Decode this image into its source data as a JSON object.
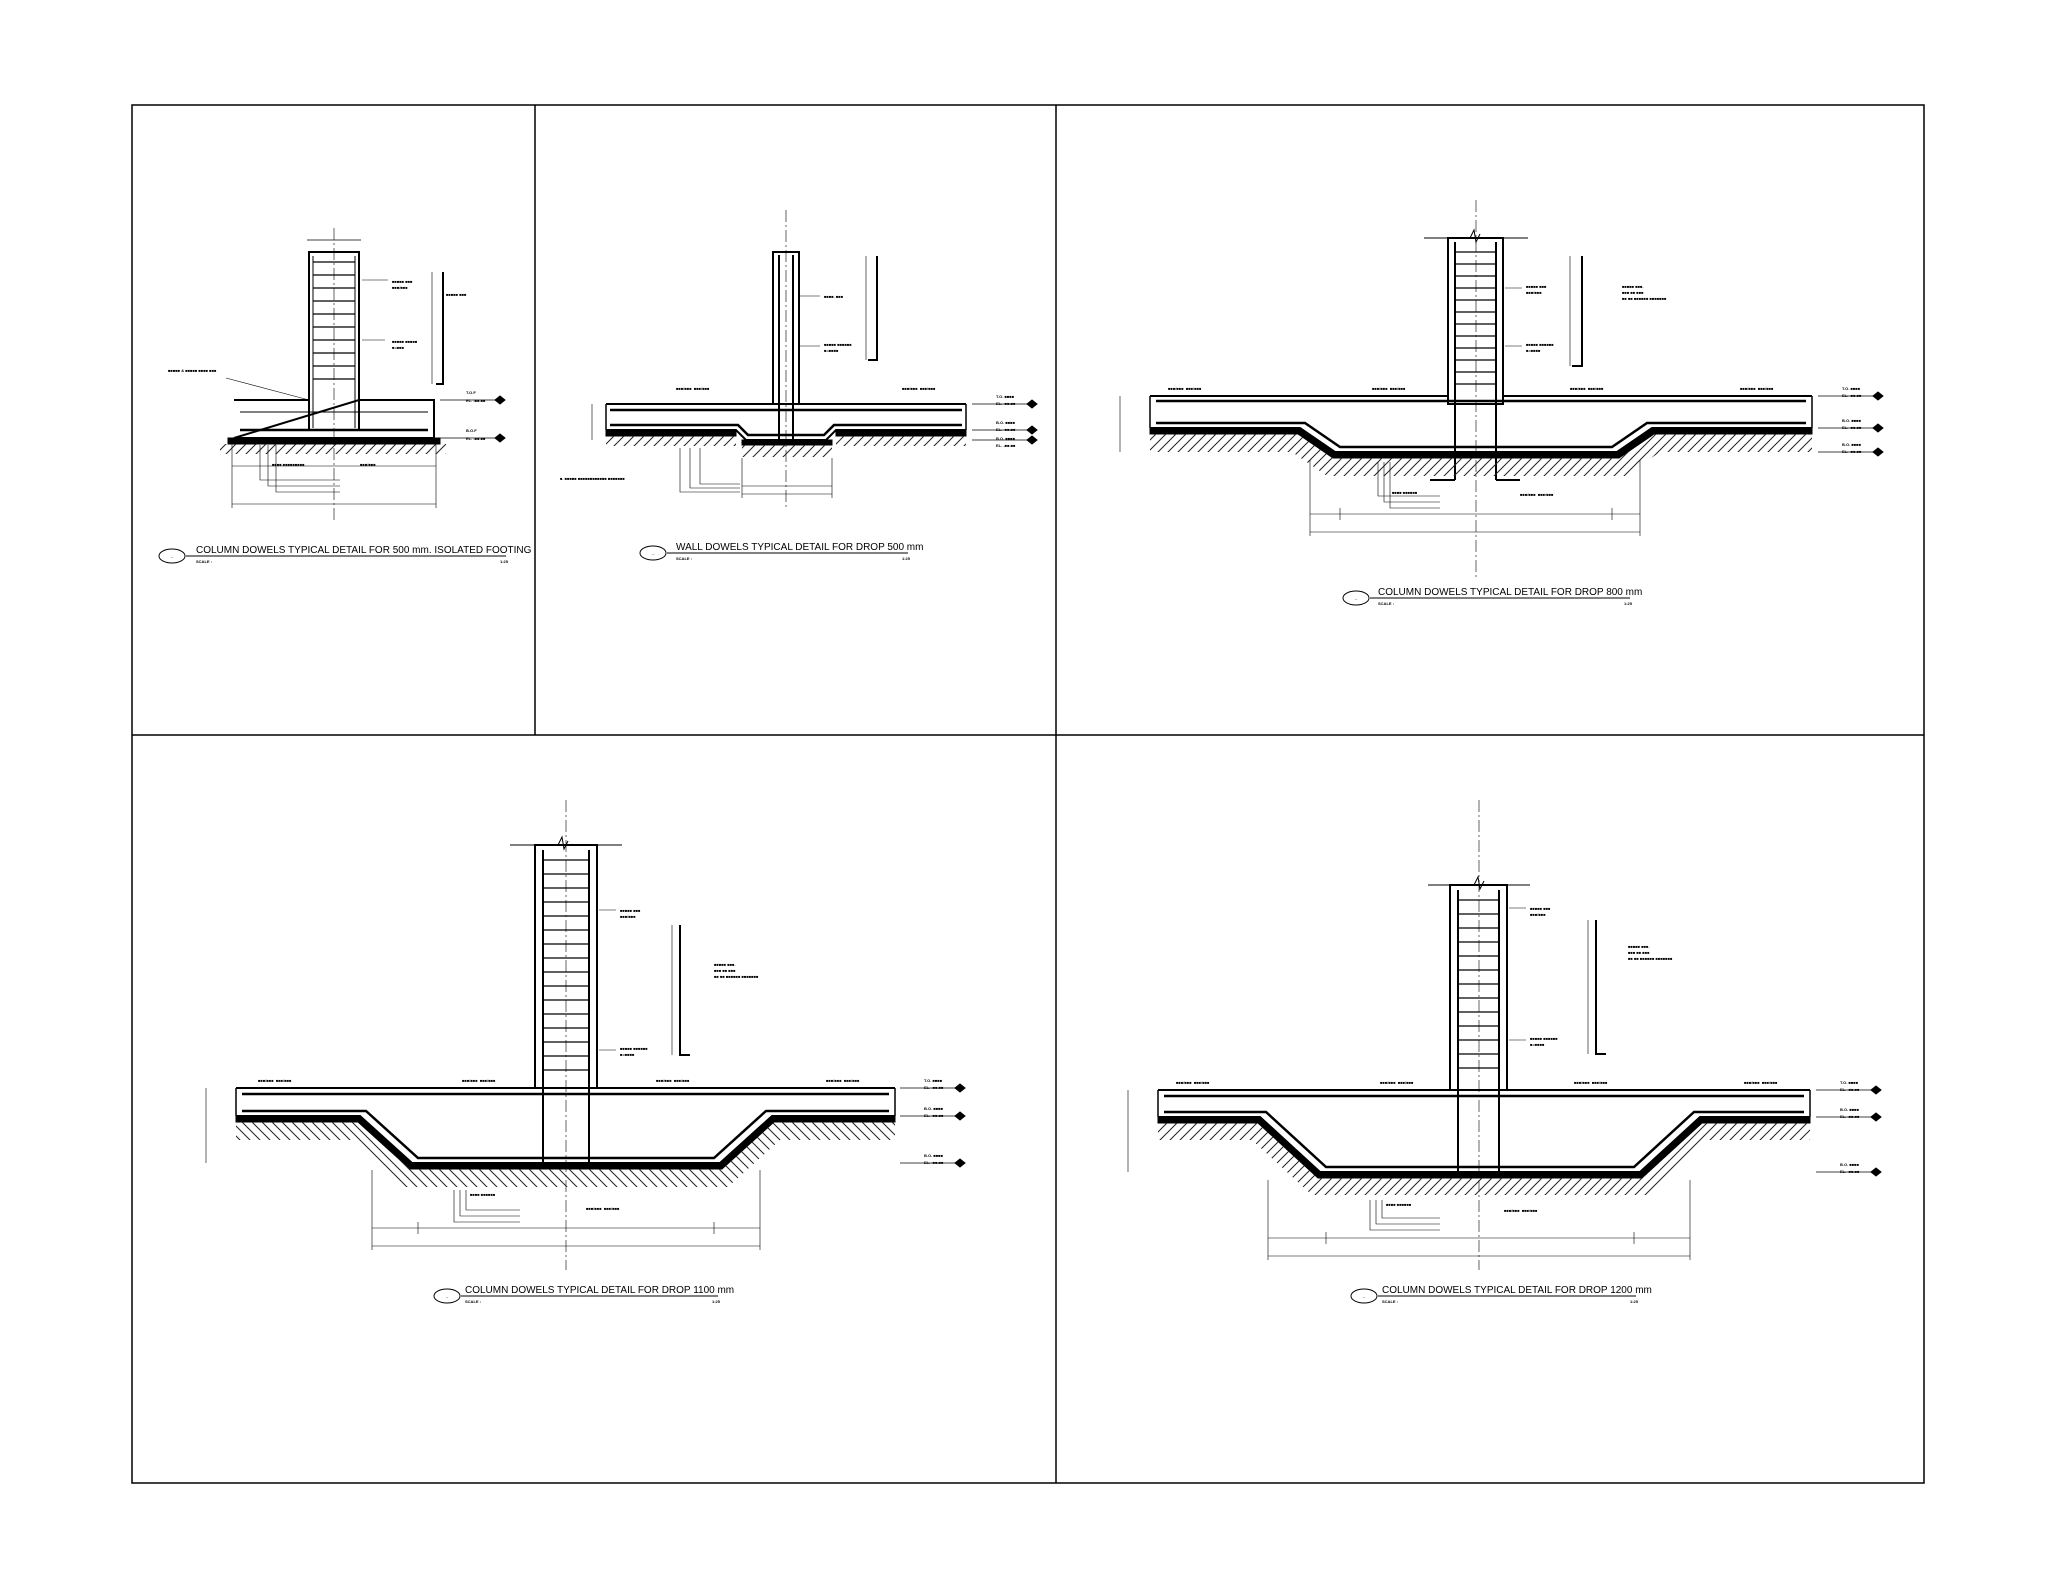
{
  "details": [
    {
      "id": "d1",
      "title": "COLUMN DOWELS TYPICAL DETAIL FOR 500 mm. ISOLATED FOOTING",
      "scale_label": "SCALE :",
      "scale": "1:25",
      "bubble": "--"
    },
    {
      "id": "d2",
      "title": "WALL DOWELS TYPICAL DETAIL FOR DROP 500 mm",
      "scale_label": "SCALE :",
      "scale": "1:25",
      "bubble": "--"
    },
    {
      "id": "d3",
      "title": "COLUMN DOWELS TYPICAL DETAIL FOR DROP 800 mm",
      "scale_label": "SCALE :",
      "scale": "1:25",
      "bubble": "--"
    },
    {
      "id": "d4",
      "title": "COLUMN DOWELS TYPICAL DETAIL FOR DROP 1100 mm",
      "scale_label": "SCALE :",
      "scale": "1:25",
      "bubble": "--"
    },
    {
      "id": "d5",
      "title": "COLUMN DOWELS TYPICAL DETAIL FOR DROP 1200 mm",
      "scale_label": "SCALE :",
      "scale": "1:25",
      "bubble": "--"
    }
  ],
  "colors": {
    "ink": "#000000",
    "background": "#ffffff",
    "hatch": "#333333"
  }
}
